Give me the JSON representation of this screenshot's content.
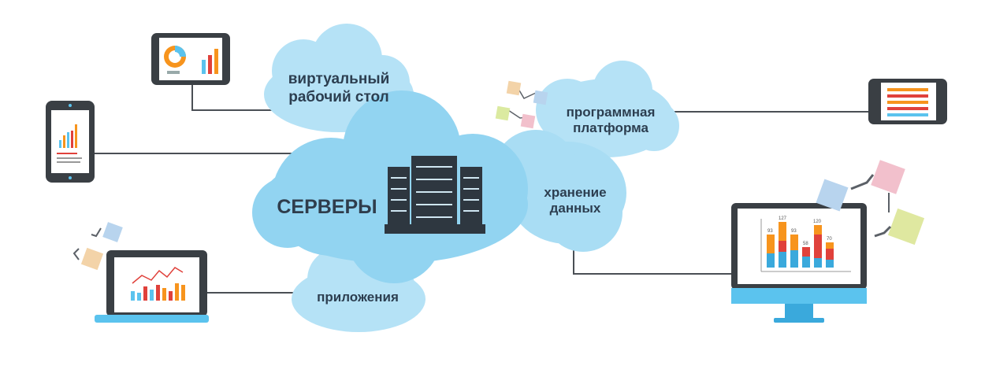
{
  "labels": {
    "servers": "СЕРВЕРЫ",
    "virtual_desktop_line1": "виртуальный",
    "virtual_desktop_line2": "рабочий стол",
    "software_platform_line1": "программная",
    "software_platform_line2": "платформа",
    "data_storage_line1": "хранение",
    "data_storage_line2": "данных",
    "applications": "приложения"
  },
  "monitor_chart_values": [
    "93",
    "127",
    "93",
    "58",
    "120",
    "70"
  ],
  "colors": {
    "cloud": "#9ad8f2",
    "cloud_light": "#bfe6f7",
    "device_dark": "#3a3f44",
    "screen_blue": "#5bc3ee",
    "orange": "#f7941d",
    "red": "#e0413b",
    "blue_bar": "#3aa9dc"
  },
  "icons": [
    "server-rack-icon",
    "tablet-icon",
    "phone-icon",
    "laptop-icon",
    "monitor-icon",
    "module-cubes-icon"
  ]
}
